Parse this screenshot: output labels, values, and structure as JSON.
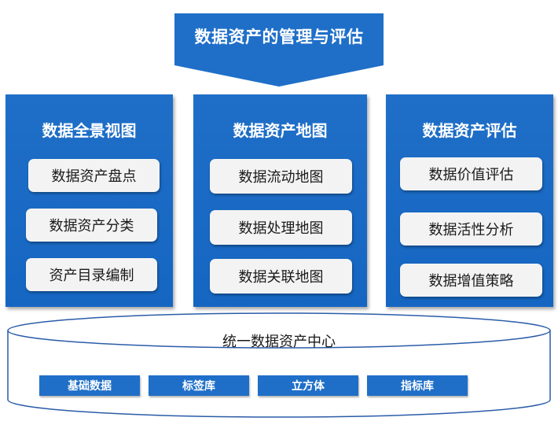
{
  "banner": {
    "title": "数据资产的管理与评估"
  },
  "panels": [
    {
      "title": "数据全景视图",
      "items": [
        "数据资产盘点",
        "数据资产分类",
        "资产目录编制"
      ]
    },
    {
      "title": "数据资产地图",
      "items": [
        "数据流动地图",
        "数据处理地图",
        "数据关联地图"
      ]
    },
    {
      "title": "数据资产评估",
      "items": [
        "数据价值评估",
        "数据活性分析",
        "数据增值策略"
      ]
    }
  ],
  "center": {
    "title": "统一数据资产中心",
    "tags": [
      "基础数据",
      "标签库",
      "立方体",
      "指标库"
    ]
  },
  "colors": {
    "primary": "#1f6fc8",
    "item_bg": "#f3f3f3",
    "cylinder_stroke": "#2a5ca8"
  }
}
